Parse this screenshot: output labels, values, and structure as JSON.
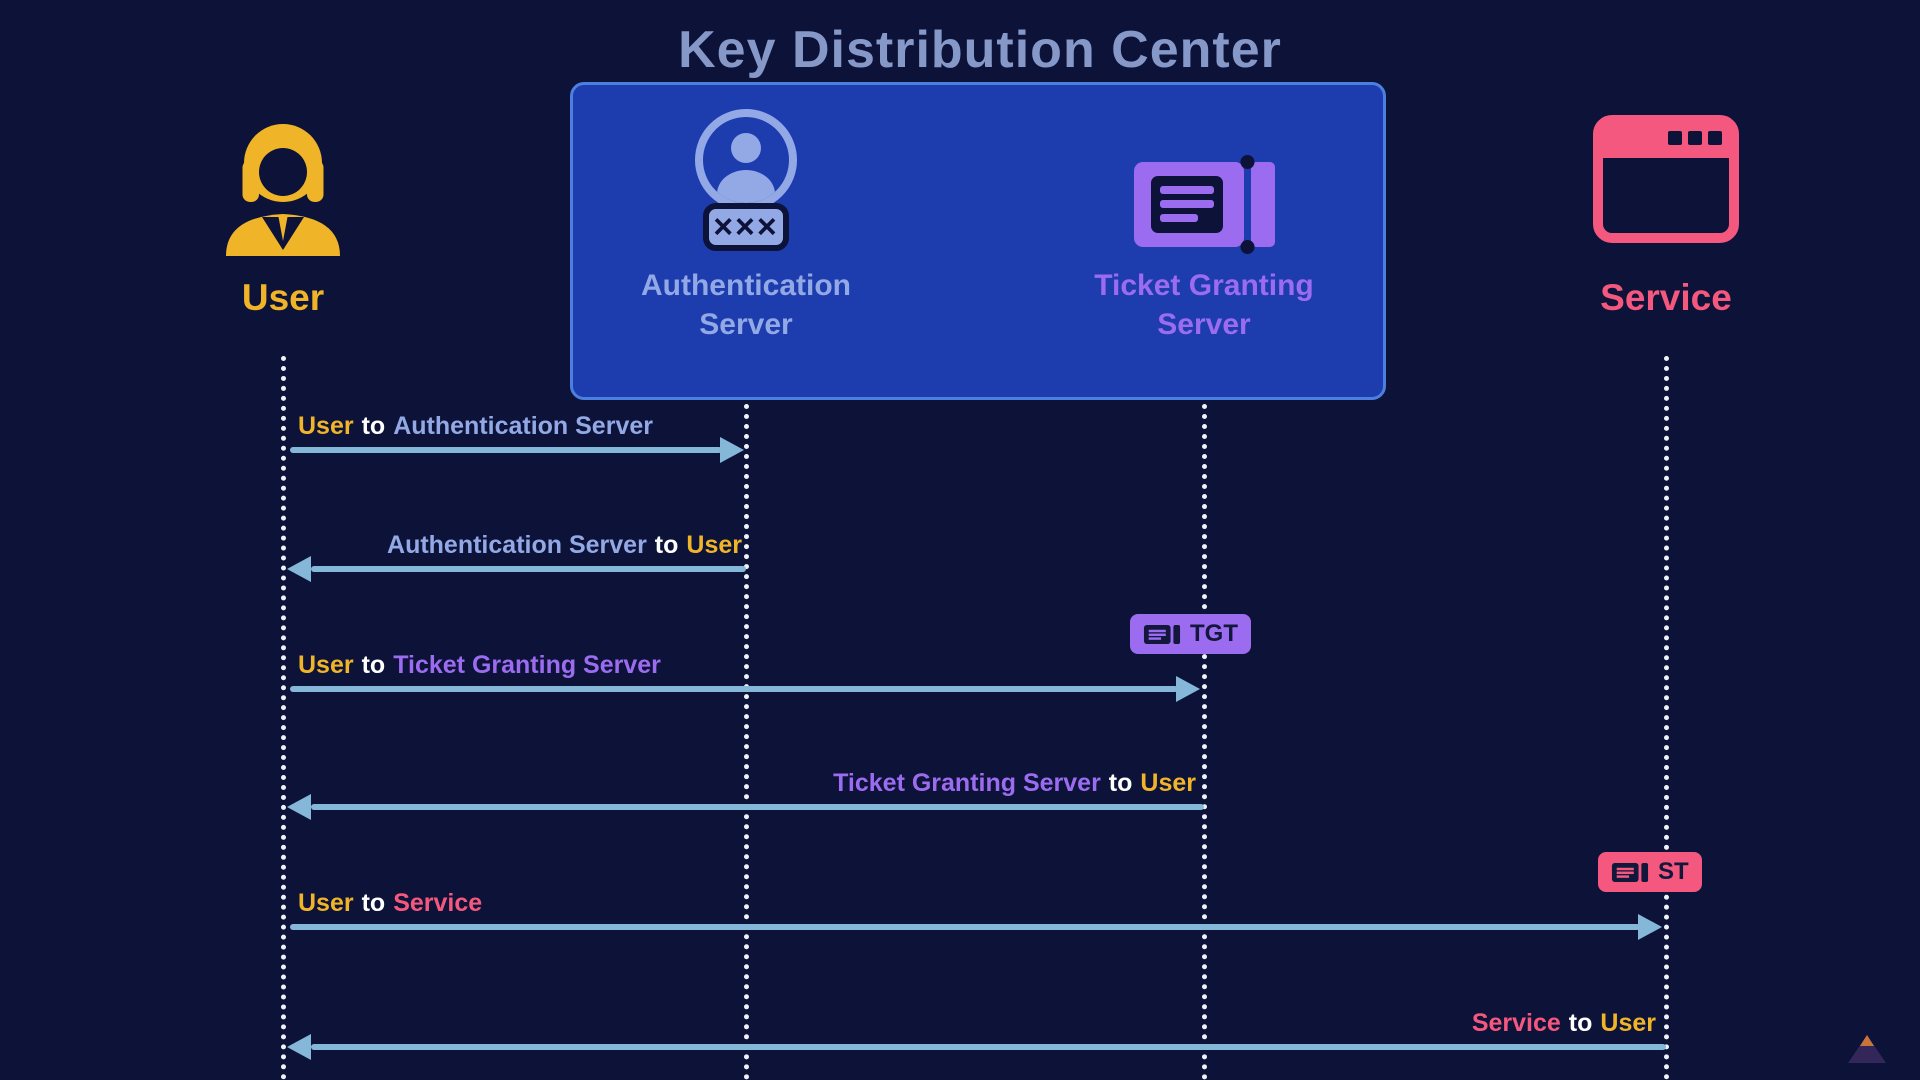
{
  "title": "Key Distribution Center",
  "actors": {
    "user": {
      "label": "User",
      "color": "#f0b429",
      "icon": "person-icon"
    },
    "auth_server": {
      "label": "Authentication Server",
      "color": "#93a9e6",
      "icon": "identity-check-icon"
    },
    "tgs": {
      "label": "Ticket Granting Server",
      "color": "#9c6cf0",
      "icon": "ticket-icon"
    },
    "service": {
      "label": "Service",
      "color": "#f4587e",
      "icon": "browser-window-icon"
    }
  },
  "kdc_box": {
    "fill": "#1d3cae",
    "border": "#4d7fe0"
  },
  "badges": {
    "tgt": {
      "label": "TGT",
      "color": "#9c6cf0",
      "icon": "ticket-icon"
    },
    "st": {
      "label": "ST",
      "color": "#f4587e",
      "icon": "ticket-icon"
    }
  },
  "messages": [
    {
      "from": "User",
      "connector": "to",
      "to": "Authentication Server",
      "direction": "right"
    },
    {
      "from": "Authentication Server",
      "connector": "to",
      "to": "User",
      "direction": "left"
    },
    {
      "from": "User",
      "connector": "to",
      "to": "Ticket Granting Server",
      "direction": "right"
    },
    {
      "from": "Ticket Granting Server",
      "connector": "to",
      "to": "User",
      "direction": "left"
    },
    {
      "from": "User",
      "connector": "to",
      "to": "Service",
      "direction": "right"
    },
    {
      "from": "Service",
      "connector": "to",
      "to": "User",
      "direction": "left"
    }
  ],
  "style": {
    "background": "#0d1238",
    "title_color": "#8598c8",
    "arrow_color": "#84b7d8",
    "lifeline_color": "#f0f2f8"
  }
}
